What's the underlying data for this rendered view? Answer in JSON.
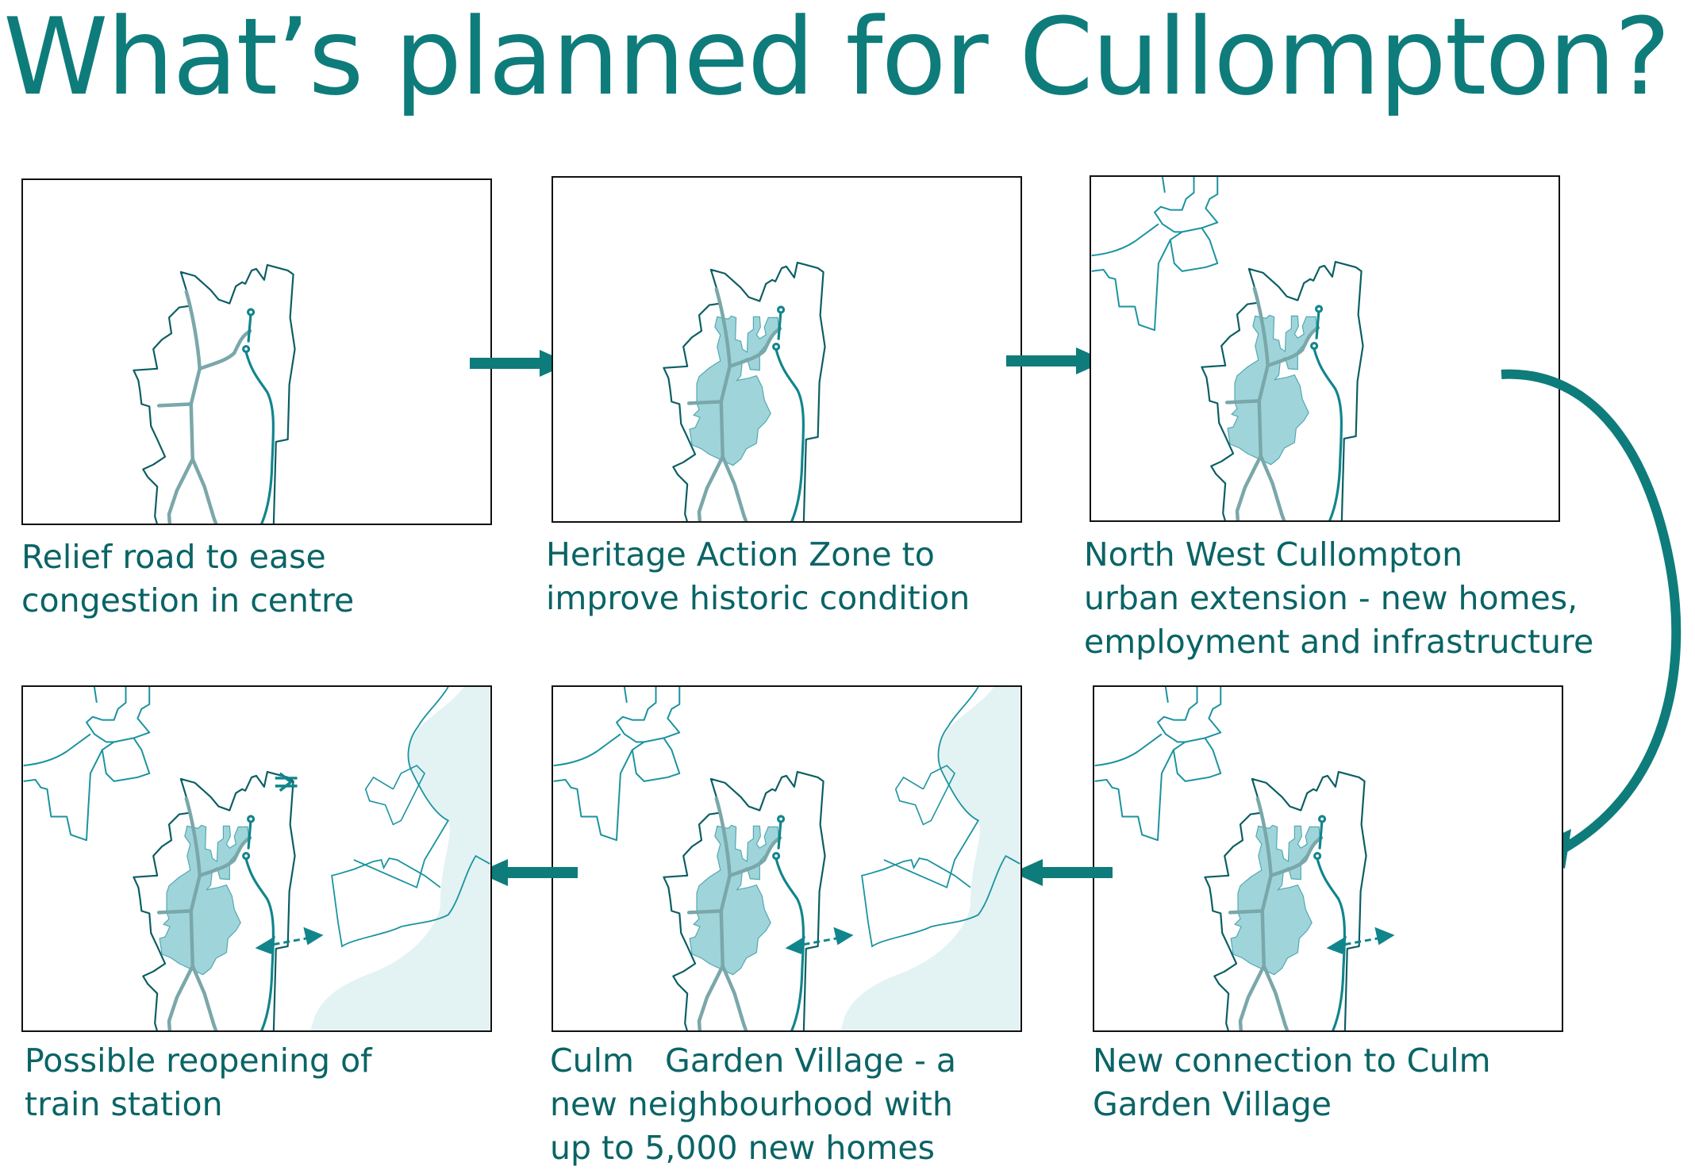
{
  "title": "What’s planned for Cullompton?",
  "colors": {
    "title": "#0e7c7b",
    "caption": "#0a6466",
    "arrow": "#0e7c7b",
    "heritage_fill": "#9ad3d9",
    "garden_village_fill": "#e3f2f3",
    "road": "#7aa7aa",
    "relief_road": "#11858c",
    "boundary": "#0a5e63",
    "neighbouring_parcels": "#1a93a0"
  },
  "panels": [
    {
      "step": 1,
      "caption_lines": [
        "Relief road to ease",
        "congestion in centre"
      ]
    },
    {
      "step": 2,
      "caption_lines": [
        "Heritage Action Zone to",
        "improve historic condition"
      ]
    },
    {
      "step": 3,
      "caption_lines": [
        "North West Cullompton",
        "urban extension - new homes,",
        "employment and infrastructure"
      ]
    },
    {
      "step": 4,
      "caption_lines": [
        "New connection to Culm",
        "Garden Village"
      ]
    },
    {
      "step": 5,
      "caption_lines": [
        "Culm   Garden Village - a",
        "new neighbourhood with",
        "up to 5,000 new homes"
      ]
    },
    {
      "step": 6,
      "caption_lines": [
        "Possible reopening of",
        "train station"
      ]
    }
  ],
  "flow": [
    "panel-1 → panel-2",
    "panel-2 → panel-3",
    "panel-3 → panel-4 (curved)",
    "panel-4 → panel-5",
    "panel-5 → panel-6"
  ]
}
